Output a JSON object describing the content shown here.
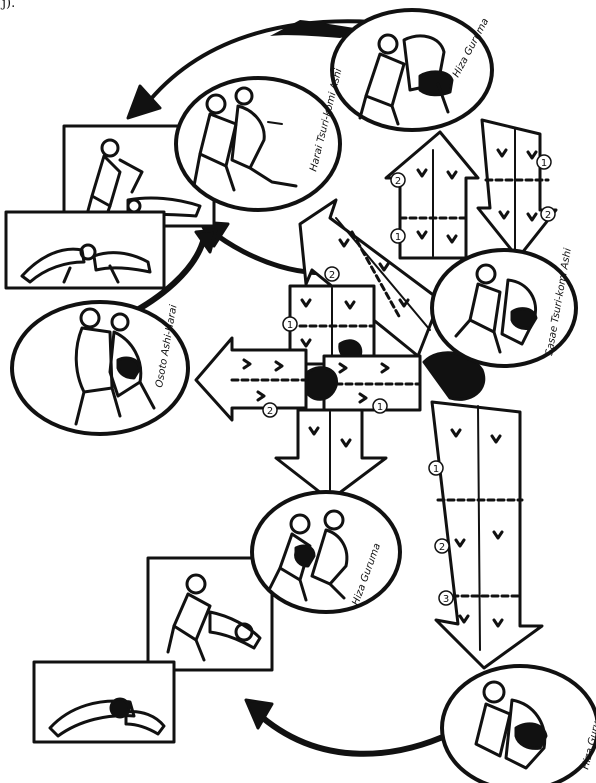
{
  "corner_mark": "j).",
  "labels": {
    "top_right": "Hiza Guruma",
    "top_mid": "Harai Tsuri-komi Ashi",
    "mid_right": "Sasae Tsuri-komi Ashi",
    "left_circle": "Osoto Ashi-Harai",
    "center_low": "Hiza Guruma",
    "bottom_right": "Hiza Guruma"
  },
  "step_numbers": {
    "n1a": "1",
    "n2a": "2",
    "n1b": "1",
    "n2b": "2",
    "n1c": "1",
    "n2c": "2",
    "n1d": "1",
    "n2d": "2",
    "n1e": "1",
    "n2e": "2",
    "n3e": "3"
  },
  "colors": {
    "ink": "#111111",
    "paper": "#ffffff"
  }
}
